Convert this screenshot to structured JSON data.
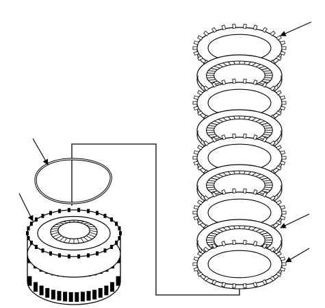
{
  "diagram": {
    "subject": "clutch-assembly-exploded-view",
    "line_color": "#000000",
    "background": "#ffffff",
    "stack_disks": [
      {
        "kind": "steel-plate",
        "icon": "friction-disc-icon"
      },
      {
        "kind": "friction-disc",
        "icon": "friction-disc-icon"
      },
      {
        "kind": "steel-plate",
        "icon": "friction-disc-icon"
      },
      {
        "kind": "friction-disc",
        "icon": "friction-disc-icon"
      },
      {
        "kind": "steel-plate",
        "icon": "friction-disc-icon"
      },
      {
        "kind": "friction-disc",
        "icon": "friction-disc-icon"
      },
      {
        "kind": "steel-plate",
        "icon": "friction-disc-icon"
      },
      {
        "kind": "friction-disc",
        "icon": "friction-disc-icon"
      },
      {
        "kind": "steel-plate",
        "icon": "friction-disc-icon"
      }
    ],
    "callouts": [
      {
        "target": "top-plate",
        "icon": "pointer-arrow-icon"
      },
      {
        "target": "snap-ring",
        "icon": "pointer-arrow-icon"
      },
      {
        "target": "hub-seal",
        "icon": "pointer-arrow-icon"
      },
      {
        "target": "lower-plate",
        "icon": "pointer-arrow-icon"
      },
      {
        "target": "bottom-plate",
        "icon": "pointer-arrow-icon"
      }
    ]
  }
}
